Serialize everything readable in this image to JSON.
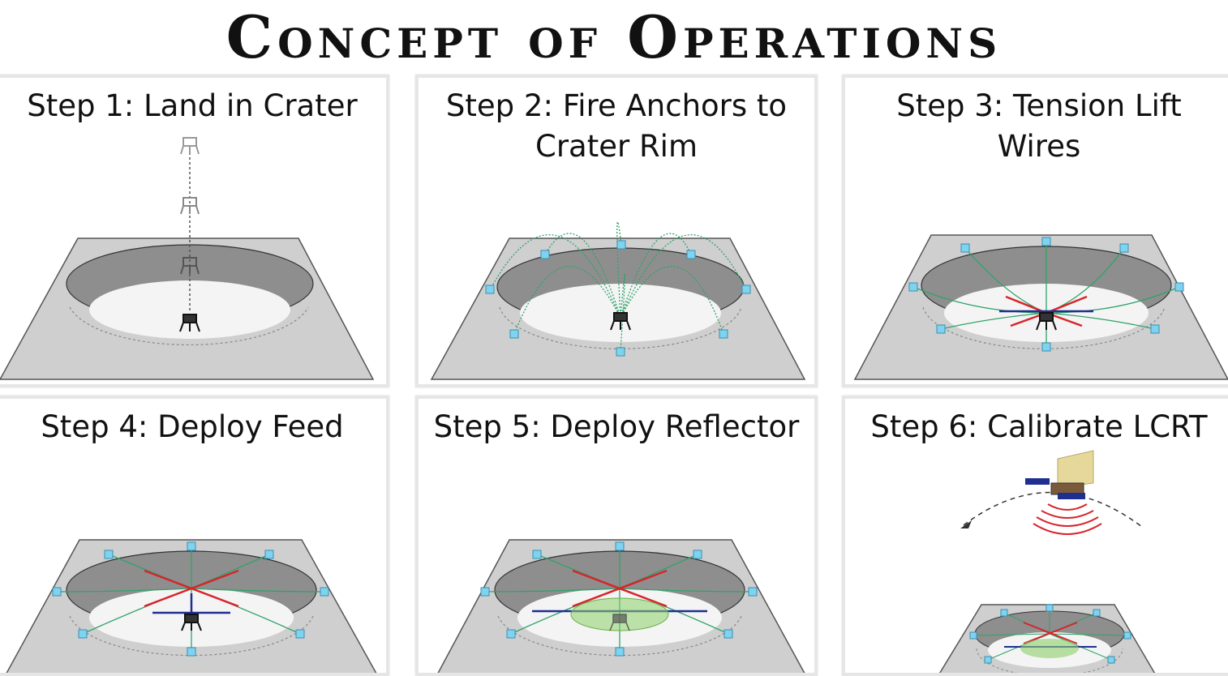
{
  "title": "Concept of Operations",
  "steps": [
    {
      "label": "Step 1: Land in Crater"
    },
    {
      "label": "Step 2: Fire Anchors to\nCrater Rim"
    },
    {
      "label": "Step 3: Tension Lift\nWires"
    },
    {
      "label": "Step 4: Deploy Feed"
    },
    {
      "label": "Step 5: Deploy Reflector"
    },
    {
      "label": "Step 6: Calibrate LCRT"
    }
  ],
  "colors": {
    "ground": "#cfcfcf",
    "crater_wall": "#8e8e8e",
    "crater_floor": "#f4f4f4",
    "anchor": "#7fd3ef",
    "wire": "#2ea36a",
    "lift_wire": "#d8242a",
    "feed_wire": "#1f2f8f",
    "reflector": "#8ccf6a",
    "signal": "#d8242a"
  }
}
